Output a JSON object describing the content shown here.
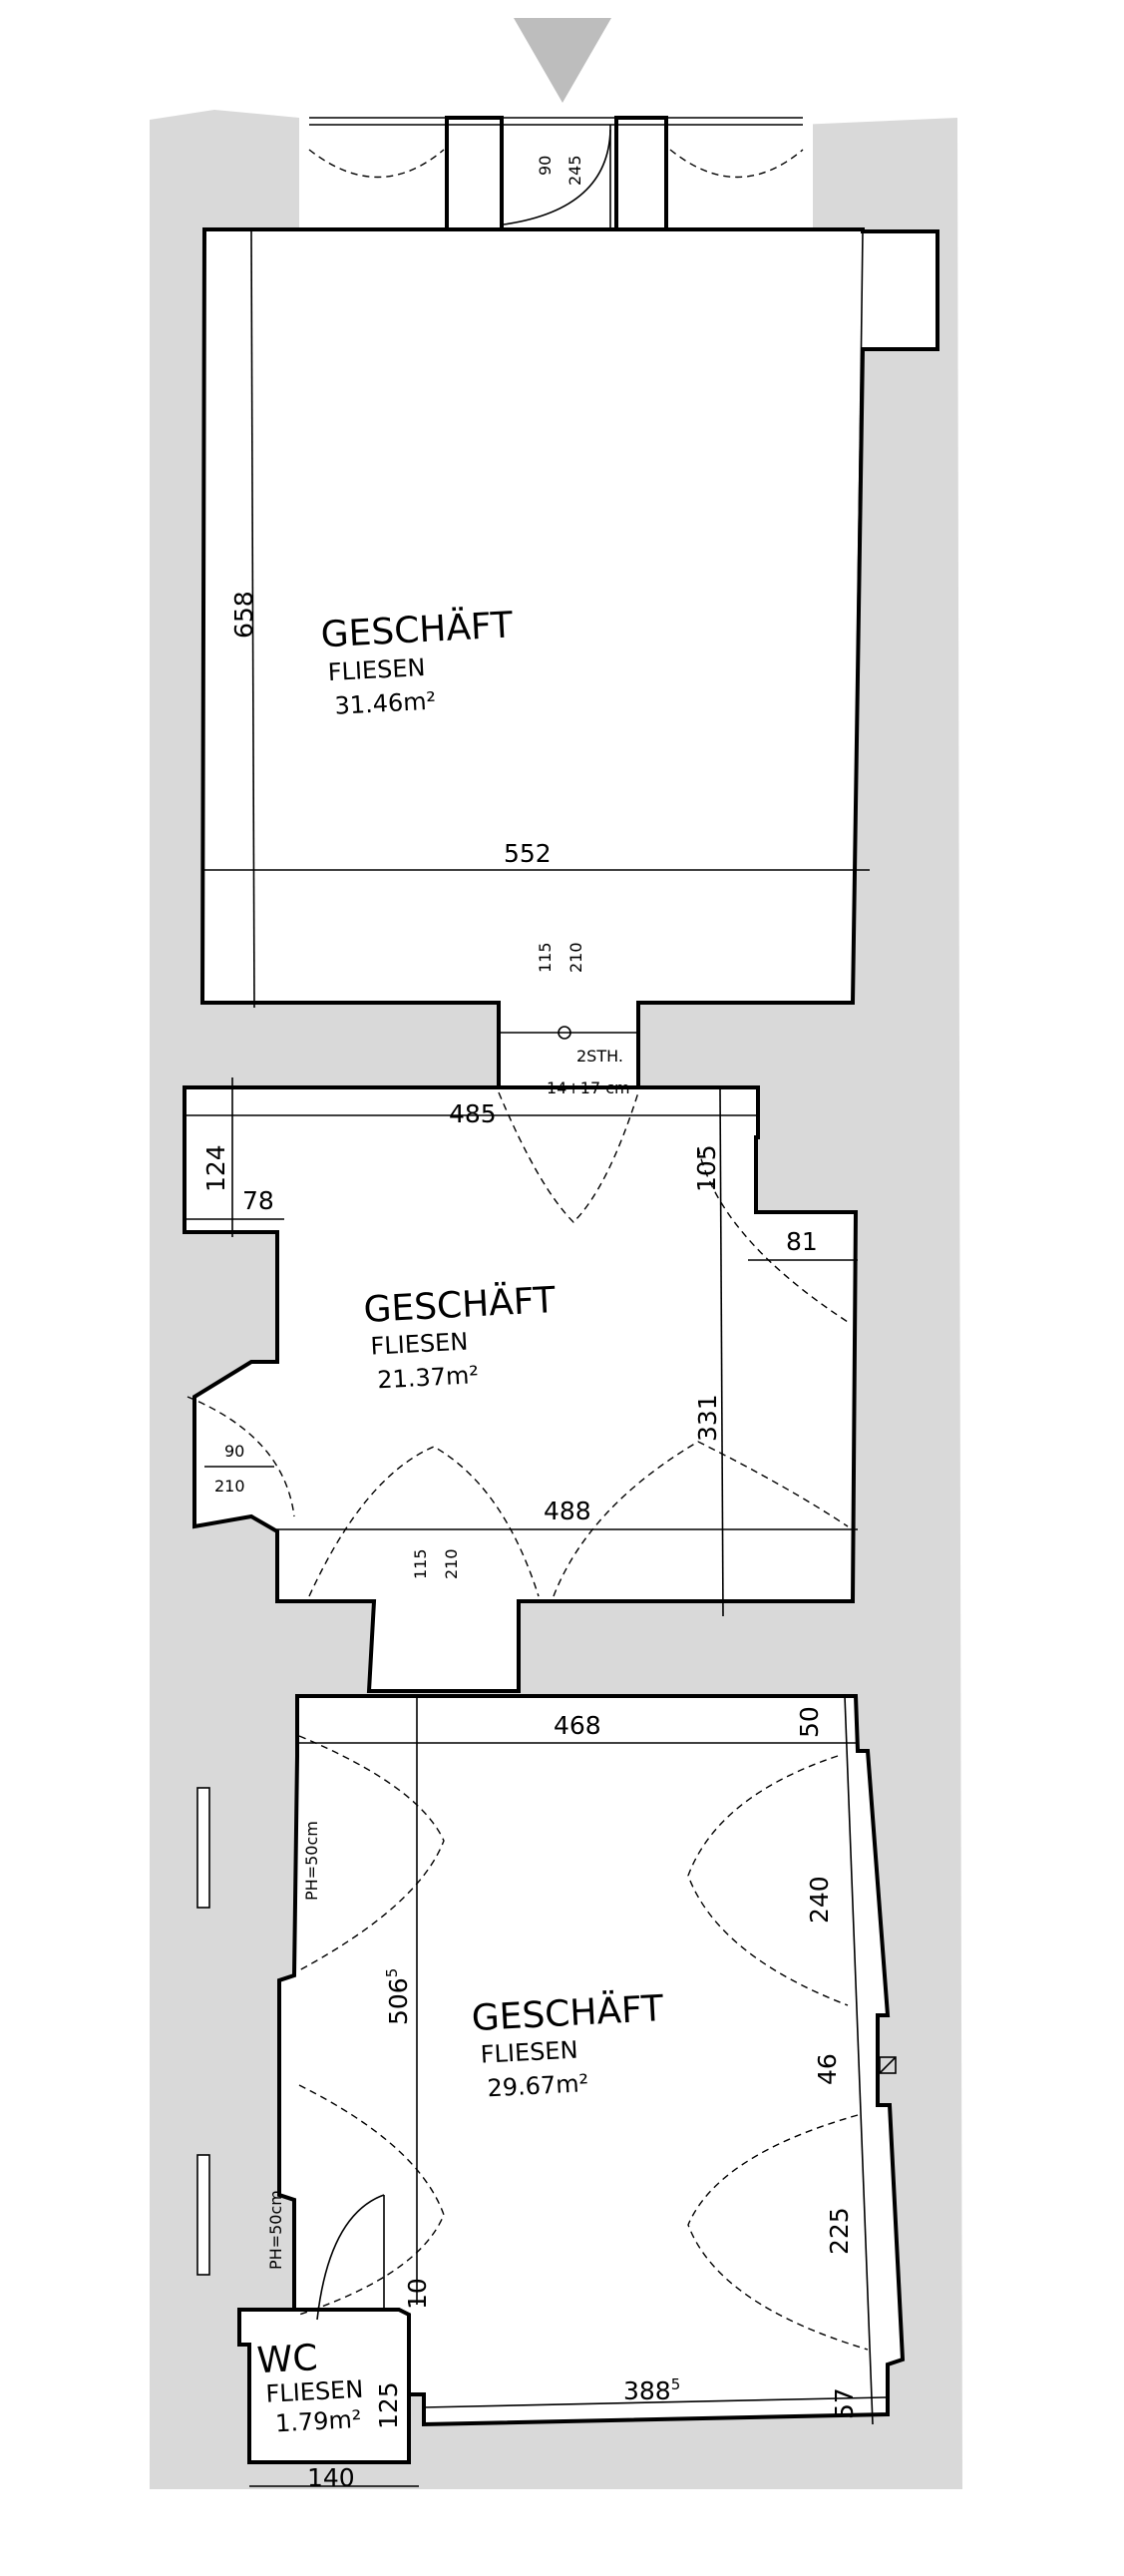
{
  "rooms": {
    "room1": {
      "name": "GESCHÄFT",
      "floor": "FLIESEN",
      "area": "31.46m²"
    },
    "room2": {
      "name": "GESCHÄFT",
      "floor": "FLIESEN",
      "area": "21.37m²"
    },
    "room3": {
      "name": "GESCHÄFT",
      "floor": "FLIESEN",
      "area": "29.67m²"
    },
    "wc": {
      "name": "WC",
      "floor": "FLIESEN",
      "area": "1.79m²"
    }
  },
  "dimensions": {
    "entrance_w": "90",
    "entrance_h": "245",
    "room1_height": "658",
    "room1_width": "552",
    "door1_w": "115",
    "door1_h": "210",
    "steps_count": "2STH.",
    "steps_size": "14+17 cm",
    "room2_top_width": "485",
    "niche_depth": "124",
    "niche_width": "78",
    "right_recess_h": "105",
    "right_recess_w": "81",
    "side_door_w": "90",
    "side_door_h": "210",
    "room2_height": "331",
    "room2_bottom_width": "488",
    "door2_w": "115",
    "door2_h": "210",
    "room3_top_width": "468",
    "room3_corner": "50",
    "window_upper": "240",
    "pier": "46",
    "window_lower": "225",
    "room3_height": "506",
    "room3_height_sup": "5",
    "room3_bottom_width": "388",
    "room3_bottom_width_sup": "5",
    "room3_bottom_corner": "57",
    "parapet_upper": "PH=50cm",
    "parapet_lower": "PH=50cm",
    "wc_gap": "10",
    "wc_height": "125",
    "wc_width": "140"
  }
}
